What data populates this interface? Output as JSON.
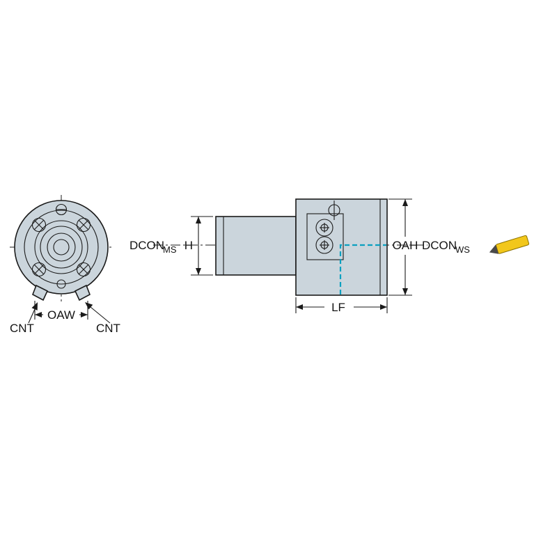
{
  "labels": {
    "dcon_ms_main": "DCON",
    "dcon_ms_sub": "MS",
    "h": "H",
    "oah": "OAH",
    "dcon_ws_main": "DCON",
    "dcon_ws_sub": "WS",
    "lf": "LF",
    "oaw": "OAW",
    "cnt_left": "CNT",
    "cnt_right": "CNT"
  },
  "icons": {
    "insert_icon": "cutting-insert-pointer"
  },
  "colors": {
    "body_fill": "#cbd5dc",
    "outline": "#1a1a1a",
    "coolant_dash": "#0aa0c0",
    "insert_yellow": "#f2c71b",
    "background": "#ffffff"
  }
}
